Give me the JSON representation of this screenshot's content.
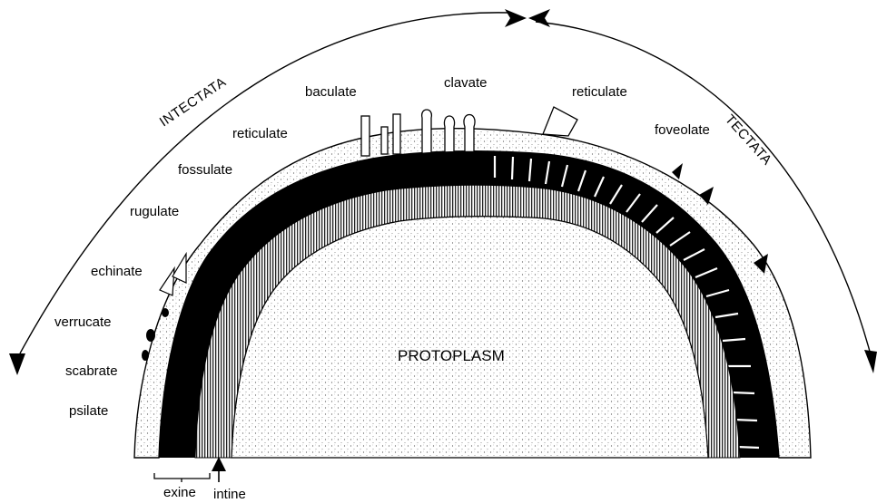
{
  "arc_labels": {
    "left_group": "INTECTATA",
    "right_group": "TECTATA"
  },
  "surface_types_intectata": [
    "psilate",
    "scabrate",
    "verrucate",
    "echinate",
    "rugulate",
    "fossulate",
    "reticulate",
    "baculate",
    "clavate"
  ],
  "surface_types_tectata": [
    "reticulate",
    "foveolate"
  ],
  "center_label": "PROTOPLASM",
  "wall_layers": {
    "outer": "exine",
    "inner": "intine"
  },
  "colors": {
    "ink": "#000000",
    "paper": "#ffffff",
    "stipple": "#444444"
  }
}
